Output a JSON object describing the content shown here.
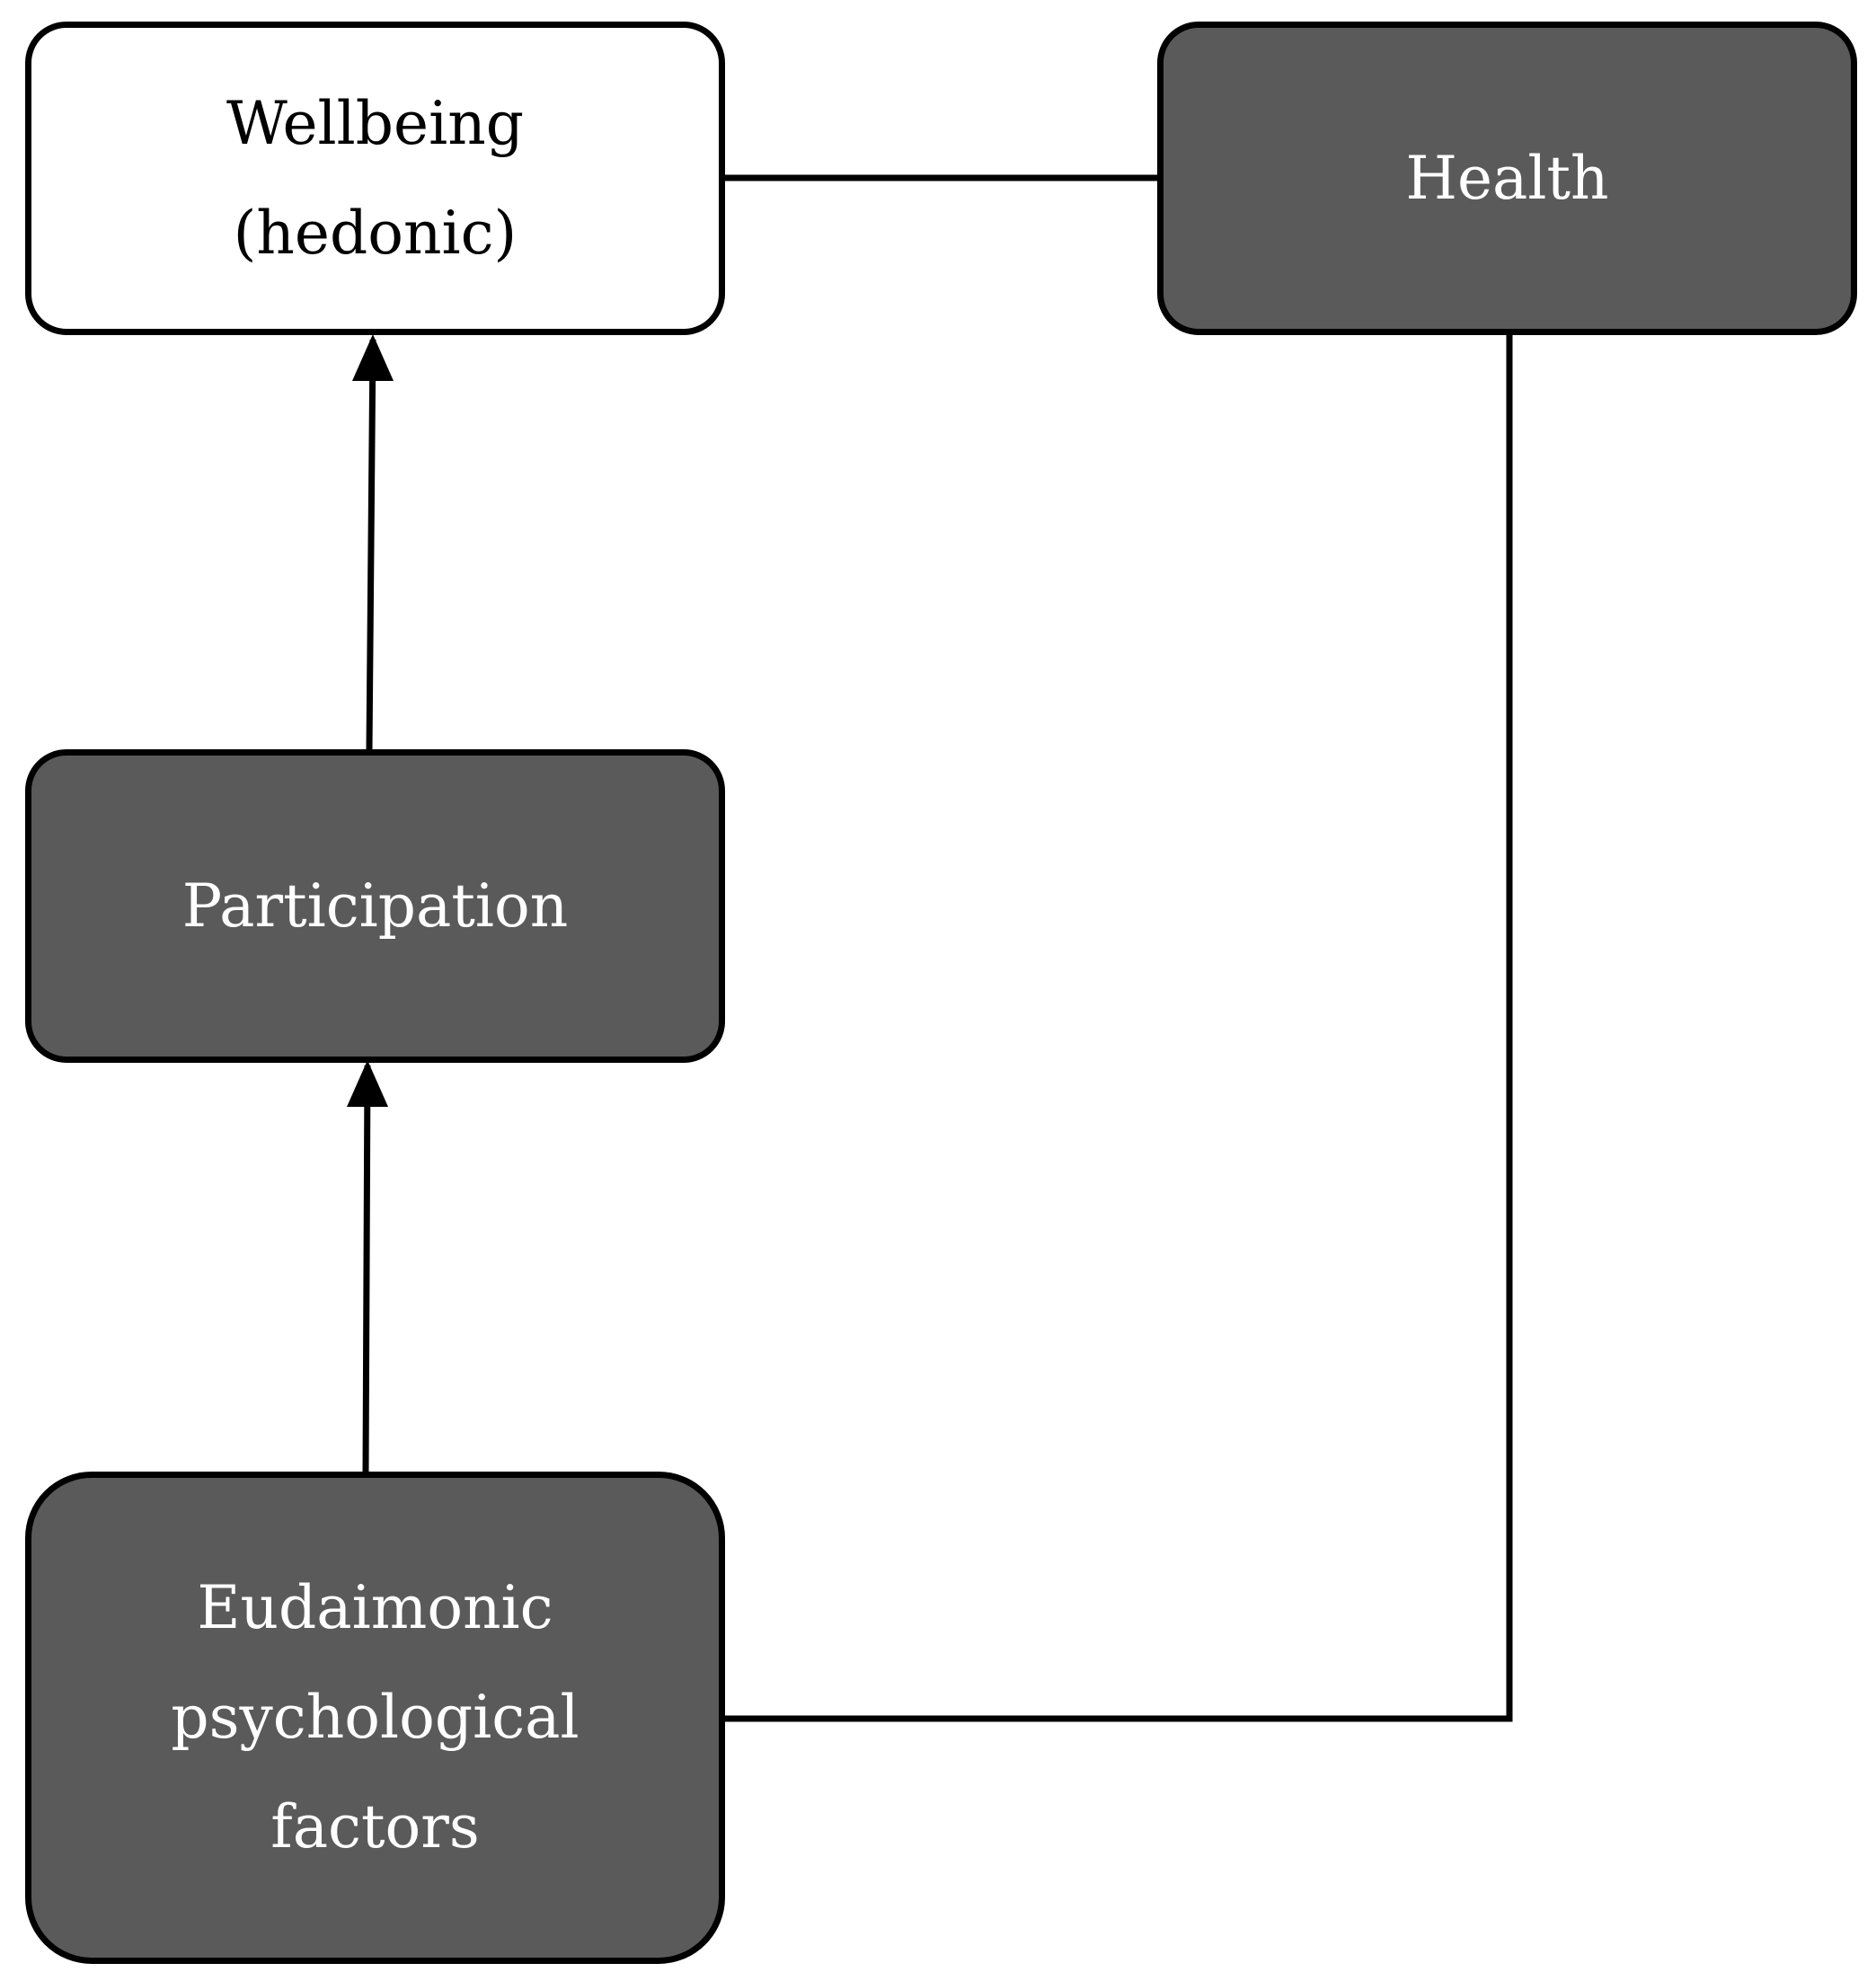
{
  "diagram": {
    "nodes": {
      "wellbeing": {
        "lines": [
          "Wellbeing",
          "(hedonic)"
        ],
        "fill": "#ffffff",
        "text_color": "#000000"
      },
      "health": {
        "lines": [
          "Health"
        ],
        "fill": "#5a5a5a",
        "text_color": "#ffffff"
      },
      "participation": {
        "lines": [
          "Participation"
        ],
        "fill": "#5a5a5a",
        "text_color": "#ffffff"
      },
      "eudaimonic": {
        "lines": [
          "Eudaimonic",
          "psychological",
          "factors"
        ],
        "fill": "#5a5a5a",
        "text_color": "#ffffff"
      }
    },
    "edges": [
      {
        "from": "eudaimonic",
        "to": "participation",
        "arrow": true
      },
      {
        "from": "participation",
        "to": "wellbeing",
        "arrow": true
      },
      {
        "from": "wellbeing",
        "to": "health",
        "arrow": false
      },
      {
        "from": "health",
        "to": "eudaimonic",
        "arrow": false
      }
    ]
  }
}
